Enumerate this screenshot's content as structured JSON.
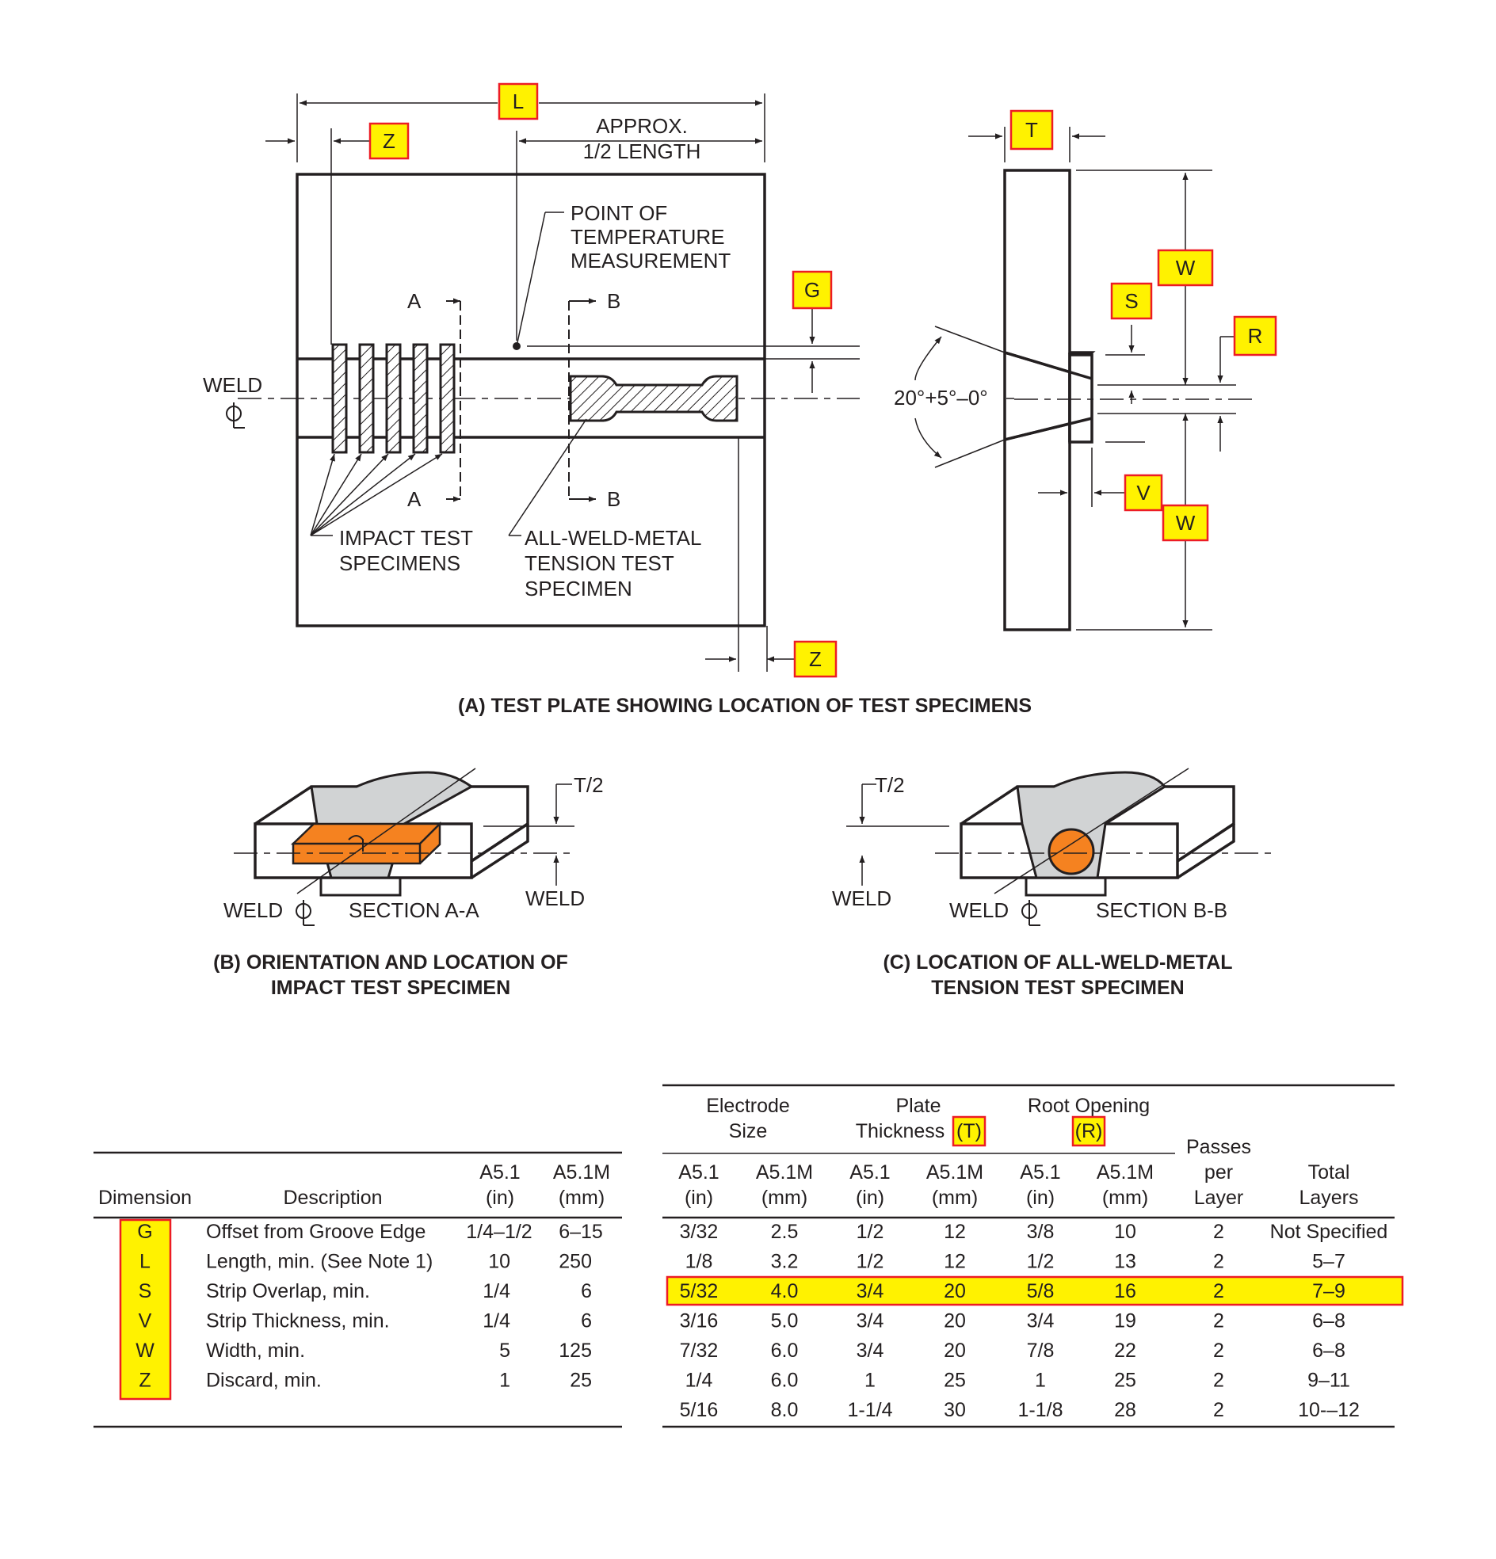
{
  "colors": {
    "line": "#231f20",
    "tag_fill": "#fff200",
    "tag_border": "#ed1c24",
    "specimen": "#f58220",
    "weld": "#d1d3d4"
  },
  "fig_a": {
    "approx_line1": "APPROX.",
    "approx_line2": "1/2 LENGTH",
    "temp_line1": "POINT OF",
    "temp_line2": "TEMPERATURE",
    "temp_line3": "MEASUREMENT",
    "section_a": "A",
    "section_b": "B",
    "weld": "WELD",
    "impact_line1": "IMPACT TEST",
    "impact_line2": "SPECIMENS",
    "tension_line1": "ALL-WELD-METAL",
    "tension_line2": "TENSION TEST",
    "tension_line3": "SPECIMEN",
    "angle": "20°+5°–0°",
    "caption": "(A) TEST PLATE SHOWING LOCATION OF TEST SPECIMENS"
  },
  "tags": {
    "L": "L",
    "Z": "Z",
    "T": "T",
    "G": "G",
    "W": "W",
    "S": "S",
    "R": "R",
    "V": "V"
  },
  "fig_b": {
    "t_half": "T/2",
    "weld_cl": "WELD",
    "section": "SECTION A-A",
    "weld": "WELD",
    "caption_line1": "(B) ORIENTATION AND LOCATION OF",
    "caption_line2": "IMPACT TEST SPECIMEN"
  },
  "fig_c": {
    "t_half": "T/2",
    "weld": "WELD",
    "weld_cl": "WELD",
    "section": "SECTION B-B",
    "caption_line1": "(C) LOCATION OF ALL-WELD-METAL",
    "caption_line2": "TENSION TEST SPECIMEN"
  },
  "dim_table": {
    "headers": {
      "dimension": "Dimension",
      "description": "Description",
      "a51_1": "A5.1",
      "a51_2": "(in)",
      "a51m_1": "A5.1M",
      "a51m_2": "(mm)"
    },
    "rows": [
      {
        "dim": "G",
        "desc": "Offset from Groove Edge",
        "in": "1/4–1/2",
        "mm": "6–15"
      },
      {
        "dim": "L",
        "desc": "Length, min. (See Note 1)",
        "in": "10",
        "mm": "250"
      },
      {
        "dim": "S",
        "desc": "Strip Overlap, min.",
        "in": "1/4",
        "mm": "6"
      },
      {
        "dim": "V",
        "desc": "Strip Thickness, min.",
        "in": "1/4",
        "mm": "6"
      },
      {
        "dim": "W",
        "desc": "Width, min.",
        "in": "5",
        "mm": "125"
      },
      {
        "dim": "Z",
        "desc": "Discard, min.",
        "in": "1",
        "mm": "25"
      }
    ]
  },
  "elec_table": {
    "groups": {
      "electrode_1": "Electrode",
      "electrode_2": "Size",
      "plate_1": "Plate",
      "plate_2": "Thickness",
      "plate_tag": "(T)",
      "root_1": "Root Opening",
      "root_tag": "(R)",
      "passes_1": "Passes",
      "passes_2": "per",
      "passes_3": "Layer",
      "total_1": "Total",
      "total_2": "Layers"
    },
    "units": {
      "a51": "A5.1",
      "a51m": "A5.1M",
      "in": "(in)",
      "mm": "(mm)"
    },
    "rows": [
      [
        "3/32",
        "2.5",
        "1/2",
        "12",
        "3/8",
        "10",
        "2",
        "Not Specified"
      ],
      [
        "1/8",
        "3.2",
        "1/2",
        "12",
        "1/2",
        "13",
        "2",
        "5–7"
      ],
      [
        "5/32",
        "4.0",
        "3/4",
        "20",
        "5/8",
        "16",
        "2",
        "7–9"
      ],
      [
        "3/16",
        "5.0",
        "3/4",
        "20",
        "3/4",
        "19",
        "2",
        "6–8"
      ],
      [
        "7/32",
        "6.0",
        "3/4",
        "20",
        "7/8",
        "22",
        "2",
        "6–8"
      ],
      [
        "1/4",
        "6.0",
        "1",
        "25",
        "1",
        "25",
        "2",
        "9–11"
      ],
      [
        "5/16",
        "8.0",
        "1-1/4",
        "30",
        "1-1/8",
        "28",
        "2",
        "10-–12"
      ]
    ],
    "highlighted_row": 2
  }
}
